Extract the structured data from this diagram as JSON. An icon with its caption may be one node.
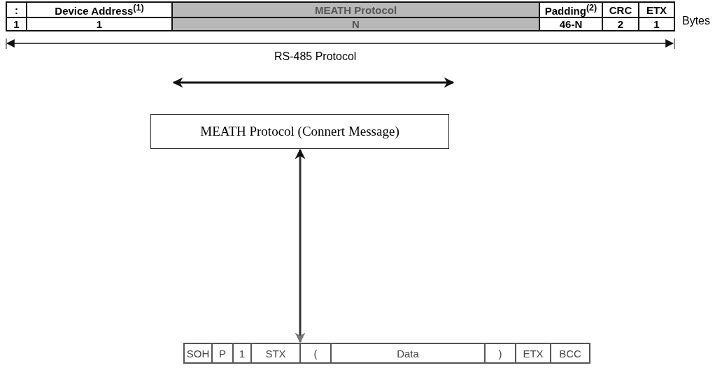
{
  "diagram": {
    "nodes": [
      {
        "text": [
          ":",
          "Device Address$^{(1)}$",
          "MEATH Protocol",
          "Padding$^{(2)}$",
          "CRC",
          "ETX",
          "1",
          "1",
          "N",
          "46-N",
          "2",
          "1"
        ],
        "beside": [
          "Bytes"
        ]
      },
      {
        "text": [
          "MEATH Protocol (Connert Message)"
        ]
      },
      {
        "text": [
          "SOH",
          "P",
          "1",
          "STX",
          "(",
          "Data",
          ")",
          "ETX",
          "BCC"
        ]
      }
    ],
    "edges": [
      {
        "from": 1,
        "to": 2,
        "arrow": "both"
      }
    ],
    "labels": [
      "RS-485 Protocol"
    ]
  }
}
